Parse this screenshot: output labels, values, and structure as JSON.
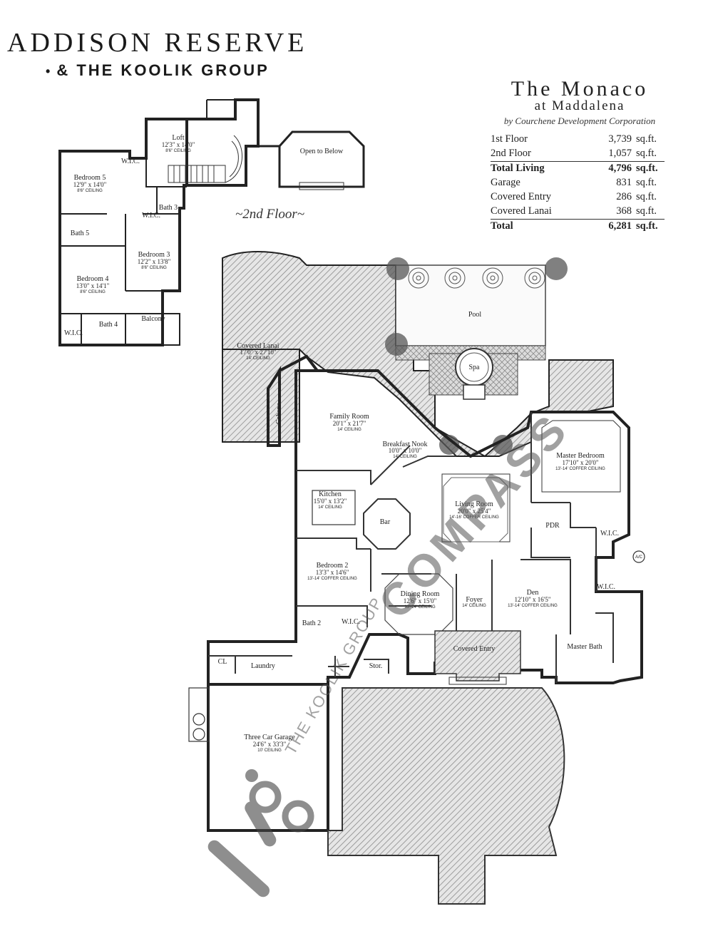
{
  "header": {
    "title": "ADDISON RESERVE",
    "subtitle": "& THE KOOLIK GROUP"
  },
  "model": {
    "name": "The Monaco",
    "location": "at Maddalena",
    "builder": "by Courchene Development Corporation"
  },
  "areas": [
    {
      "label": "1st Floor",
      "value": "3,739",
      "unit": "sq.ft."
    },
    {
      "label": "2nd Floor",
      "value": "1,057",
      "unit": "sq.ft."
    },
    {
      "label": "Total Living",
      "value": "4,796",
      "unit": "sq.ft."
    },
    {
      "label": "Garage",
      "value": "831",
      "unit": "sq.ft."
    },
    {
      "label": "Covered Entry",
      "value": "286",
      "unit": "sq.ft."
    },
    {
      "label": "Covered Lanai",
      "value": "368",
      "unit": "sq.ft."
    },
    {
      "label": "Total",
      "value": "6,281",
      "unit": "sq.ft."
    }
  ],
  "second_floor_label": "~2nd Floor~",
  "rooms_2nd": {
    "loft": {
      "name": "Loft",
      "dim": "12'3\" x 14'0\"",
      "ceiling": "8'6\" CEILING"
    },
    "bed5": {
      "name": "Bedroom 5",
      "dim": "12'9\" x 14'0\"",
      "ceiling": "8'6\" CEILING"
    },
    "bed3": {
      "name": "Bedroom 3",
      "dim": "12'2\" x 13'8\"",
      "ceiling": "8'6\" CEILING"
    },
    "bed4": {
      "name": "Bedroom 4",
      "dim": "13'0\" x 14'1\"",
      "ceiling": "8'6\" CEILING"
    },
    "bath3": "Bath 3",
    "bath5": "Bath 5",
    "bath4": "Bath 4",
    "wic1": "W.I.C.",
    "wic2": "W.I.C.",
    "wic3": "W.I.C.",
    "balcony": "Balcony",
    "open_below": "Open to Below"
  },
  "rooms_1st": {
    "lanai": {
      "name": "Covered Lanai",
      "dim": "17'0\" x 27'10\"",
      "ceiling": "14' CEILING"
    },
    "pool": "Pool",
    "spa": "Spa",
    "cabana": "Cabana",
    "family": {
      "name": "Family Room",
      "dim": "20'1\" x 21'7\"",
      "ceiling": "14' CEILING"
    },
    "nook": {
      "name": "Breakfast Nook",
      "dim": "10'0\" x 10'0\"",
      "ceiling": "14' CEILING"
    },
    "master": {
      "name": "Master Bedroom",
      "dim": "17'10\" x 20'0\"",
      "ceiling": "13'-14' COFFER CEILING"
    },
    "kitchen": {
      "name": "Kitchen",
      "dim": "15'0\" x 13'2\"",
      "ceiling": "14' CEILING"
    },
    "living": {
      "name": "Living Room",
      "dim": "20'0\" x 25'4\"",
      "ceiling": "14'-16' COFFER CEILING"
    },
    "bar": "Bar",
    "pdr": "PDR",
    "wic_a": "W.I.C.",
    "wic_b": "W.I.C.",
    "bed2": {
      "name": "Bedroom 2",
      "dim": "13'3\" x 14'6\"",
      "ceiling": "13'-14' COFFER CEILING"
    },
    "dining": {
      "name": "Dining Room",
      "dim": "12'6\" x 15'0\"",
      "ceiling": "13'-14' CEILING"
    },
    "foyer": {
      "name": "Foyer",
      "ceiling": "14' CEILING"
    },
    "den": {
      "name": "Den",
      "dim": "12'10\" x 16'5\"",
      "ceiling": "13'-14' COFFER CEILING"
    },
    "bath2": "Bath 2",
    "wic_c": "W.I.C.",
    "master_bath": "Master Bath",
    "covered_entry": "Covered Entry",
    "cl": "CL",
    "laundry": "Laundry",
    "stor": "Stor.",
    "garage": {
      "name": "Three Car Garage",
      "dim": "24'6\" x 33'3\"",
      "ceiling": "10' CEILING"
    },
    "ac": "A/C"
  },
  "watermarks": {
    "compass": "COMPASS",
    "koolik": "THE KOOLIK GROUP"
  },
  "colors": {
    "line": "#222222",
    "hatch": "#9a9a9a",
    "watermark": "#555555"
  }
}
